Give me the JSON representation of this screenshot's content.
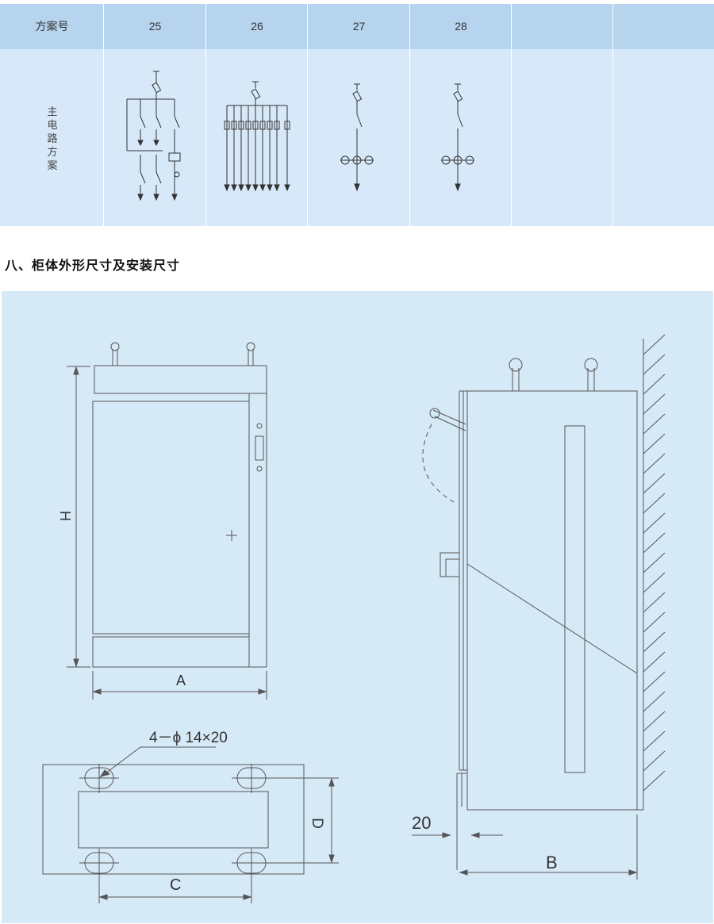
{
  "table": {
    "header_label": "方案号",
    "row_label": "主电路方案",
    "columns": [
      "25",
      "26",
      "27",
      "28",
      "",
      ""
    ]
  },
  "section": {
    "title": "八、柜体外形尺寸及安装尺寸"
  },
  "drawing": {
    "dim_H": "H",
    "dim_A": "A",
    "dim_B": "B",
    "dim_C": "C",
    "dim_D": "D",
    "dim_20": "20",
    "hole_note": "4－ϕ 14×20"
  }
}
